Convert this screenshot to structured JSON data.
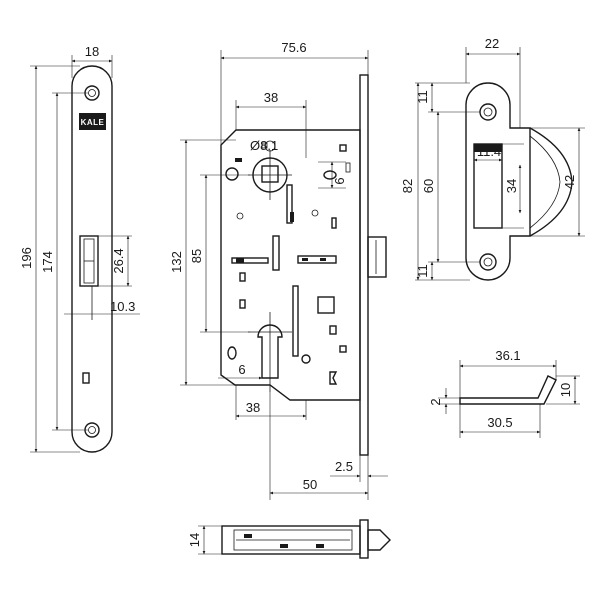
{
  "faceplate": {
    "width": "18",
    "height_total": "196",
    "hole_spacing": "174",
    "latch_height": "26.4",
    "latch_offset": "10.3",
    "logo": "KALE"
  },
  "lock_body": {
    "backset_total": "75.6",
    "spindle_offset": "38",
    "spindle_diameter": "Ø8.1",
    "small_hole": "6",
    "body_height": "132",
    "center_distance": "85",
    "cylinder_hole": "6",
    "cylinder_offset": "38",
    "faceplate_thickness": "2.5",
    "backset": "50"
  },
  "strike": {
    "width": "22",
    "margin_top": "11",
    "margin_bottom": "11",
    "height_total": "82",
    "hole_spacing": "60",
    "slot_width": "11.4",
    "slot_height": "34",
    "lip_height": "42"
  },
  "strike_side": {
    "length_total": "36.1",
    "thickness": "2",
    "lip_depth": "10",
    "flat_length": "30.5"
  },
  "bottom_view": {
    "depth": "14"
  }
}
